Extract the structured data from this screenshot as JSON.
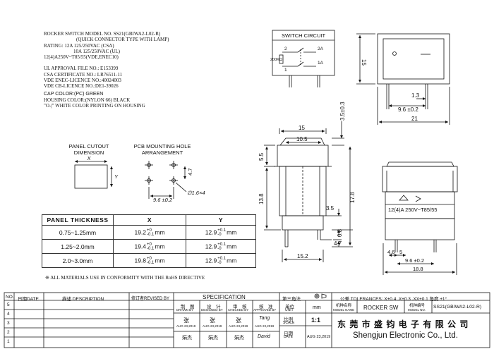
{
  "spec_lines": [
    "ROCKER SWITCH MODEL NO.  SS21(GBIWA2-L02-R)",
    "                (QUICK CONNECTOR TYPE WITH LAMP)",
    "RATING: 12A 125/250VAC (CSA)",
    "              10A 125/250VAC (UL)",
    "12(4)A250V~T85/55(VDE,ENEC10)",
    "",
    "UL APPROVAL FILE NO.: E153399",
    "CSA CERTIFICATE NO.: LR76511-11",
    "VDE ENEC-LICENCE NO.:40024003",
    "VDE CB-LICENCE NO.:DE1-39026",
    "CAP COLOR:(PC) GREEN",
    "HOUSING COLOR:(NYLON 66) BLACK",
    "\"O-|\" WHITE COLOR PRINTING ON HOUSING"
  ],
  "switch_circuit": {
    "title": "SWITCH CIRCUIT",
    "labels": [
      "2",
      "2A",
      "200KΩ",
      "1",
      "1A"
    ]
  },
  "dims": {
    "front_height": "15",
    "d13": "1.3",
    "d96a": "9.6 ±0.2",
    "d21": "21",
    "d15": "15",
    "d105": "10.5",
    "d35": "3.5±0.3",
    "d55": "5.5",
    "d138": "13.8",
    "d178": "17.8",
    "d35b": "3.5",
    "d08": "0.8",
    "d47b": "4.7",
    "d152": "15.2",
    "d46": "4.6",
    "d5": "5",
    "d96b": "9.6 ±0.2",
    "d188": "18.8",
    "marking": "12(4)A 250V~T85/55"
  },
  "panel_cutout": {
    "title_line1": "PANEL CUTOUT",
    "title_line2": "DIMENSION",
    "x": "X",
    "y": "Y"
  },
  "pcb": {
    "title_line1": "PCB MOUNTING HOLE",
    "title_line2": "ARRANGEMENT",
    "d47": "4.7",
    "d96": "9.6 ±0.2",
    "hole": "∅1.6×4"
  },
  "panel_table": {
    "headers": [
      "PANEL THICKNESS",
      "X",
      "Y"
    ],
    "rows": [
      {
        "t": "0.75~1.25mm",
        "x": "19.2",
        "y": "12.9"
      },
      {
        "t": "1.25~2.0mm",
        "x": "19.4",
        "y": "12.9"
      },
      {
        "t": "2.0~3.0mm",
        "x": "19.8",
        "y": "12.9"
      }
    ],
    "x_tol_up": "+0",
    "x_tol_dn": "-0.1",
    "y_tol_up": "+0.1",
    "y_tol_dn": "-0",
    "unit": "mm"
  },
  "rohs_note": "※ ALL MATERIALS USE IN CONFORMITY  WITH THE RoHS DIRECTIVE",
  "title_block": {
    "no": "NO.",
    "date_cn": "日期DATE",
    "desc_cn": "描述 DESCRIPTION",
    "rev_cn": "修订者REVISED BY",
    "specification": "SPECIFICATION",
    "third_angle": "第三角法",
    "tolerances": "公差 TOLERANCES: X±0.4  .X±0.3  .XX±0.1 角度 ±1°",
    "roles": [
      {
        "cn": "制　图",
        "en": "DRAWN BY",
        "sig": "张",
        "date": "AUG 23,2019",
        "name": "娟杰"
      },
      {
        "cn": "设　计",
        "en": "DESIGNED BY",
        "sig": "张",
        "date": "AUG 23,2019",
        "name": "娟杰"
      },
      {
        "cn": "审　核",
        "en": "CHECKED BY",
        "sig": "张",
        "date": "AUG 23,2019",
        "name": "娟杰"
      },
      {
        "cn": "核　准",
        "en": "APPROVED BY",
        "sig": "Tang",
        "date": "AUG 23,2019",
        "name": "David"
      }
    ],
    "unit_cn": "单位",
    "unit_en": "UNIT",
    "unit_val": "mm",
    "scale_cn": "比例",
    "scale_en": "SCALE",
    "scale_val": "1:1",
    "date_label_cn": "日期",
    "date_label_en": "DATE",
    "date_val": "AUG 23,2019",
    "model_name_cn": "机种名称",
    "model_name_en": "MODEL NAME",
    "model_name_val": "ROCKER SW",
    "model_no_cn": "机种编号",
    "model_no_en": "MODEL NO.",
    "model_no_val": "SS21(GBIWA2-L02-R)",
    "company_cn": "东 莞 市 盛 钧 电 子 有 限 公 司",
    "company_en": "Shengjun Electronic  Co., Ltd.",
    "row_nums": [
      "5",
      "4",
      "3",
      "2",
      "1"
    ]
  }
}
